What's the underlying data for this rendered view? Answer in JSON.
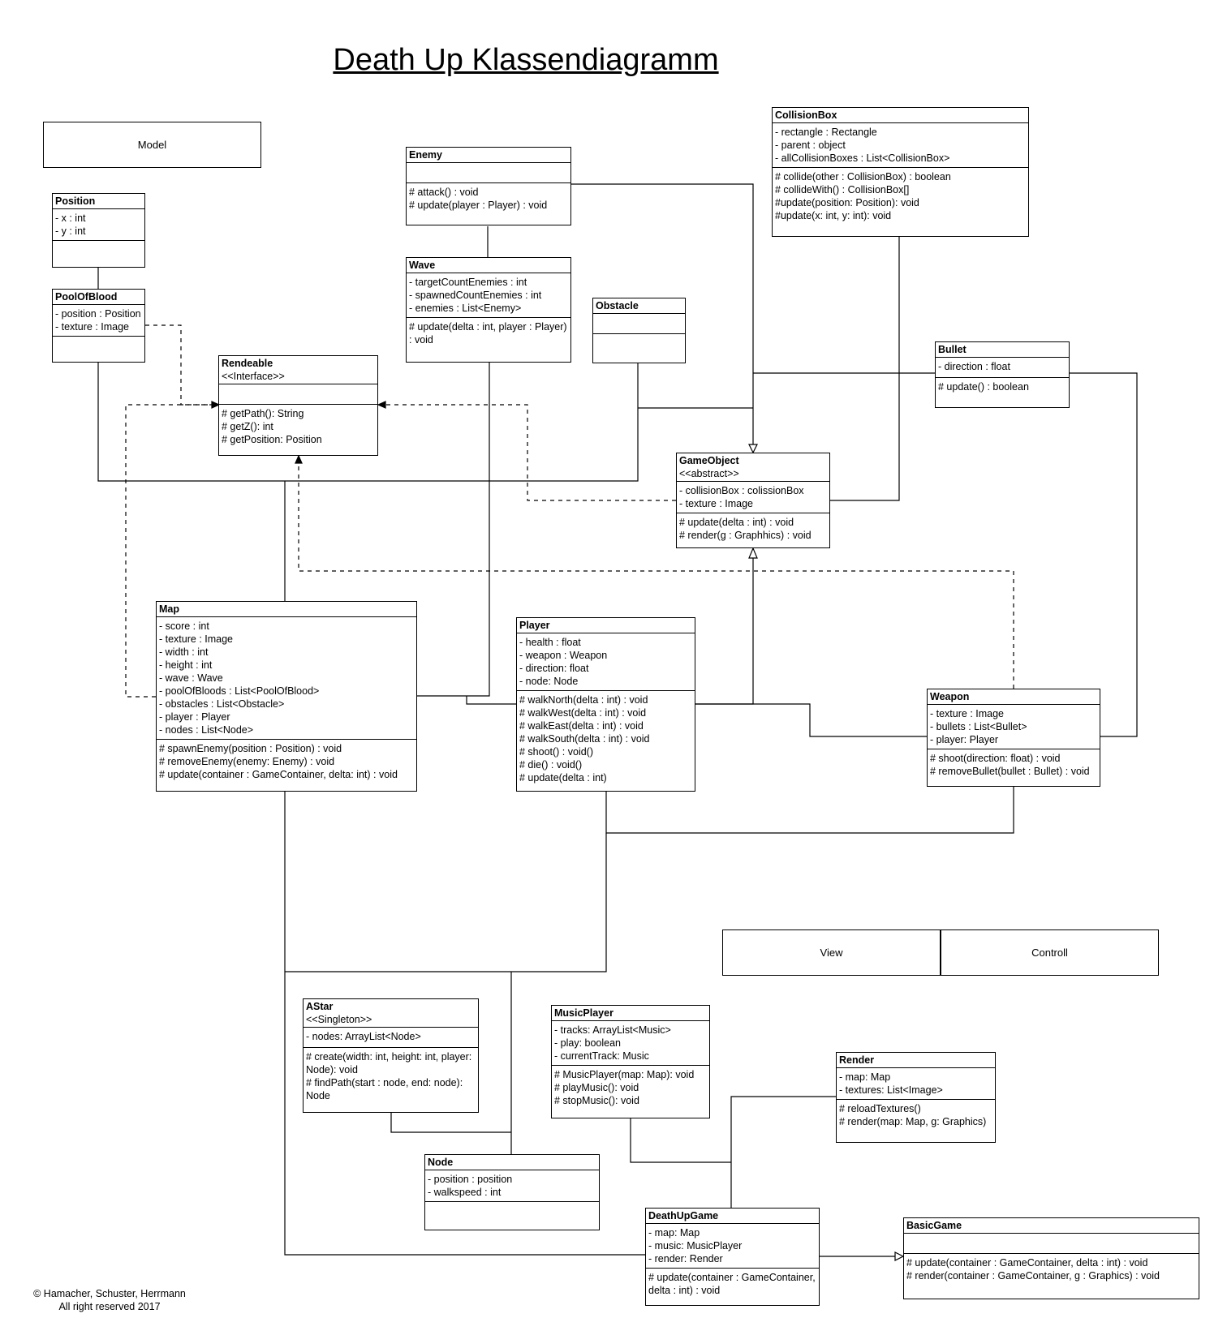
{
  "title": "Death Up Klassendiagramm",
  "packages": {
    "model": "Model",
    "view": "View",
    "controll": "Controll"
  },
  "classes": {
    "position": {
      "name": "Position",
      "attributes": [
        "- x : int",
        "- y : int"
      ],
      "methods": []
    },
    "pool_of_blood": {
      "name": "PoolOfBlood",
      "attributes": [
        "- position : Position",
        "- texture : Image"
      ],
      "methods": []
    },
    "enemy": {
      "name": "Enemy",
      "attributes": [],
      "methods": [
        "# attack() : void",
        "# update(player : Player) : void"
      ]
    },
    "wave": {
      "name": "Wave",
      "attributes": [
        "- targetCountEnemies : int",
        "- spawnedCountEnemies : int",
        "- enemies : List<Enemy>"
      ],
      "methods": [
        "# update(delta : int, player : Player) : void"
      ]
    },
    "obstacle": {
      "name": "Obstacle",
      "attributes": [],
      "methods": []
    },
    "collision_box": {
      "name": "CollisionBox",
      "attributes": [
        "- rectangle : Rectangle",
        "- parent : object",
        "- allCollisionBoxes : List<CollisionBox>"
      ],
      "methods": [
        "# collide(other : CollisionBox) : boolean",
        "# collideWith() : CollisionBox[]",
        "#update(position: Position): void",
        "#update(x: int, y: int): void"
      ]
    },
    "rendeable": {
      "name": "Rendeable",
      "stereotype": "<<Interface>>",
      "attributes": [],
      "methods": [
        "# getPath(): String",
        "# getZ(): int",
        "# getPosition: Position"
      ]
    },
    "bullet": {
      "name": "Bullet",
      "attributes": [
        "- direction : float"
      ],
      "methods": [
        "# update() : boolean"
      ]
    },
    "game_object": {
      "name": "GameObject",
      "stereotype": "<<abstract>>",
      "attributes": [
        "- collisionBox : colissionBox",
        "- texture : Image"
      ],
      "methods": [
        "# update(delta : int) : void",
        "# render(g : Graphhics) : void"
      ]
    },
    "map": {
      "name": "Map",
      "attributes": [
        "- score : int",
        "- texture : Image",
        "- width : int",
        "- height : int",
        "- wave : Wave",
        "- poolOfBloods : List<PoolOfBlood>",
        "- obstacles : List<Obstacle>",
        "- player : Player",
        "- nodes : List<Node>"
      ],
      "methods": [
        "# spawnEnemy(position : Position) : void",
        "# removeEnemy(enemy: Enemy) : void",
        "# update(container : GameContainer, delta: int) : void"
      ]
    },
    "player": {
      "name": "Player",
      "attributes": [
        "- health : float",
        "- weapon : Weapon",
        "- direction: float",
        "- node: Node"
      ],
      "methods": [
        "# walkNorth(delta : int) : void",
        "# walkWest(delta : int) : void",
        "# walkEast(delta : int) : void",
        "# walkSouth(delta : int) : void",
        "# shoot() : void()",
        "# die() : void()",
        "# update(delta : int)"
      ]
    },
    "weapon": {
      "name": "Weapon",
      "attributes": [
        "- texture : Image",
        "- bullets : List<Bullet>",
        "- player: Player"
      ],
      "methods": [
        "# shoot(direction: float) : void",
        "# removeBullet(bullet : Bullet) : void"
      ]
    },
    "astar": {
      "name": "AStar",
      "stereotype": "<<Singleton>>",
      "attributes": [
        "- nodes: ArrayList<Node>"
      ],
      "methods": [
        "# create(width: int, height: int, player: Node): void",
        "# findPath(start : node, end: node): Node"
      ]
    },
    "music_player": {
      "name": "MusicPlayer",
      "attributes": [
        "- tracks: ArrayList<Music>",
        "- play: boolean",
        "- currentTrack: Music"
      ],
      "methods": [
        "# MusicPlayer(map: Map): void",
        "# playMusic(): void",
        "# stopMusic(): void"
      ]
    },
    "render": {
      "name": "Render",
      "attributes": [
        "- map: Map",
        "- textures: List<Image>"
      ],
      "methods": [
        "# reloadTextures()",
        "# render(map: Map, g: Graphics)"
      ]
    },
    "node": {
      "name": "Node",
      "attributes": [
        "- position : position",
        "- walkspeed : int"
      ],
      "methods": []
    },
    "death_up_game": {
      "name": "DeathUpGame",
      "attributes": [
        "- map: Map",
        "- music: MusicPlayer",
        "- render: Render"
      ],
      "methods": [
        "# update(container : GameContainer, delta : int) : void"
      ]
    },
    "basic_game": {
      "name": "BasicGame",
      "attributes": [],
      "methods": [
        "# update(container : GameContainer, delta : int) : void",
        "# render(container : GameContainer, g : Graphics) : void"
      ]
    }
  },
  "copyright": {
    "line1": "© Hamacher, Schuster, Herrmann",
    "line2": "All right reserved 2017"
  }
}
